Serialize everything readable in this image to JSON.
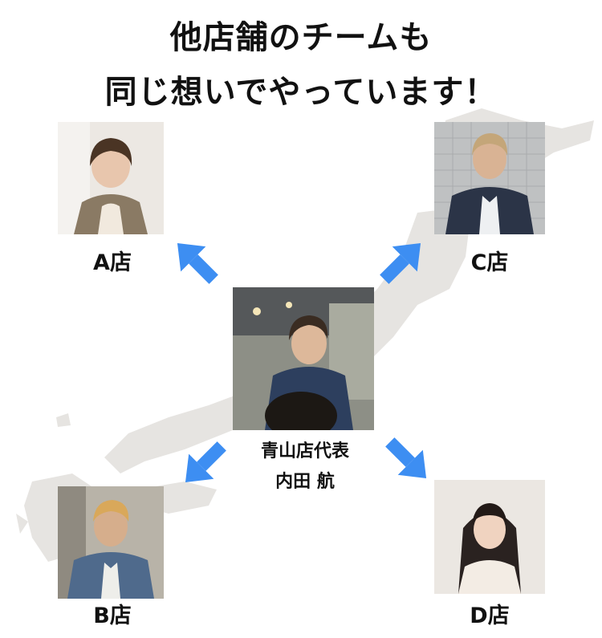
{
  "title": {
    "line1": "他店舗のチームも",
    "line2": "同じ想いでやっています！"
  },
  "center": {
    "role": "青山店代表",
    "name": "内田 航"
  },
  "stores": {
    "a": "A店",
    "b": "B店",
    "c": "C店",
    "d": "D店"
  },
  "colors": {
    "arrow": "#3d8ef2",
    "map": "#e3e1de"
  }
}
